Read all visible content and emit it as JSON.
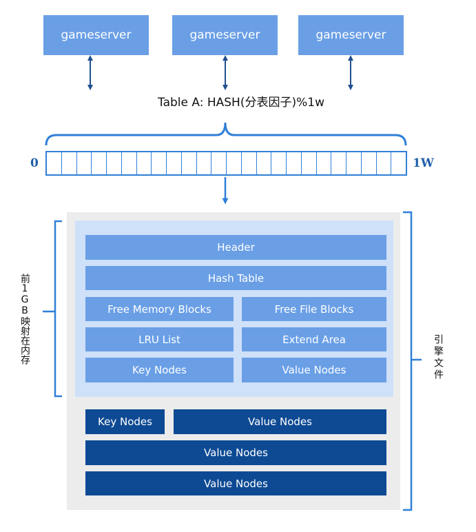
{
  "servers": [
    {
      "label": "gameserver"
    },
    {
      "label": "gameserver"
    },
    {
      "label": "gameserver"
    }
  ],
  "table": {
    "title": "Table A: HASH(分表因子)%1w",
    "range_start": "0",
    "range_end": "1W",
    "slot_count": 24
  },
  "memory_region": {
    "label": "前1GB映射在内存",
    "blocks": {
      "header": "Header",
      "hash_table": "Hash Table",
      "free_memory_blocks": "Free Memory Blocks",
      "free_file_blocks": "Free File Blocks",
      "lru_list": "LRU List",
      "extend_area": "Extend Area",
      "key_nodes": "Key Nodes",
      "value_nodes": "Value Nodes"
    }
  },
  "disk_region": {
    "blocks": {
      "key_nodes": "Key Nodes",
      "value_nodes_1": "Value Nodes",
      "value_nodes_2": "Value Nodes",
      "value_nodes_3": "Value Nodes"
    }
  },
  "engine_file": {
    "label": "引擎文件"
  },
  "colors": {
    "light_block": "#6a9fe6",
    "dark_block": "#0e4a94",
    "memory_bg": "#cfe0f9",
    "engine_bg": "#ececec",
    "accent": "#2f7fd8",
    "arrow": "#1f4f8f"
  }
}
